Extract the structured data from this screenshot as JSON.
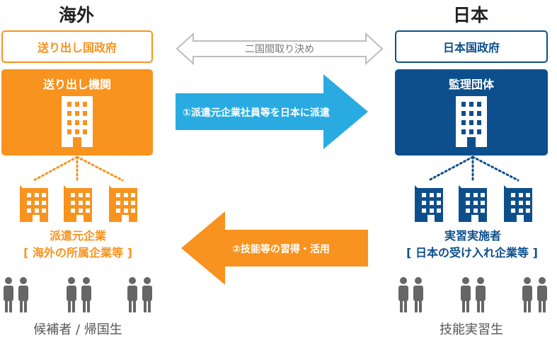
{
  "colors": {
    "orange": "#f7931e",
    "blue": "#0d4f8c",
    "cyan": "#29abe2",
    "gray": "#666666",
    "light_gray": "#bdbdbd"
  },
  "left": {
    "heading": "海外",
    "gov_label": "送り出し国政府",
    "agency_label": "送り出し機関",
    "dispatch_label": "派遣元企業",
    "dispatch_sub": "[ 海外の所属企業等 ]",
    "people_label": "候補者 / 帰国生"
  },
  "right": {
    "heading": "日本",
    "gov_label": "日本国政府",
    "agency_label": "監理団体",
    "impl_label": "実習実施者",
    "impl_sub": "[ 日本の受け入れ企業等 ]",
    "people_label": "技能実習生"
  },
  "arrows": {
    "agreement": "二国間取り決め",
    "dispatch": "①派遣元企業社員等を日本に派遣",
    "return": "②技能等の習得・活用"
  },
  "icons": [
    "building-icon",
    "people-icon"
  ]
}
